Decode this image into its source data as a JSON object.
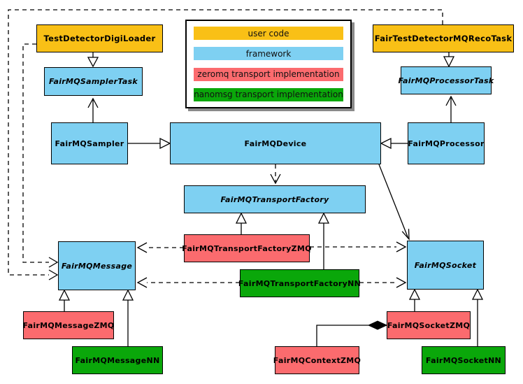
{
  "colors": {
    "gold": "#F9C016",
    "blue": "#7ED0F2",
    "red": "#FB6B6E",
    "green": "#0AA70A",
    "border": "#000000",
    "shadow": "#8A8A8A"
  },
  "legend": {
    "items": [
      {
        "label": "user code",
        "color": "#F9C016"
      },
      {
        "label": "framework",
        "color": "#7ED0F2"
      },
      {
        "label": "zeromq transport implementation",
        "color": "#FB6B6E"
      },
      {
        "label": "nanomsg transport implementation",
        "color": "#0AA70A"
      }
    ]
  },
  "nodes": {
    "digi_loader": {
      "label": "TestDetectorDigiLoader",
      "category": "user code"
    },
    "reco_task": {
      "label": "FairTestDetectorMQRecoTask",
      "category": "user code"
    },
    "sampler_task": {
      "label": "FairMQSamplerTask",
      "category": "framework",
      "abstract": true
    },
    "processor_task": {
      "label": "FairMQProcessorTask",
      "category": "framework",
      "abstract": true
    },
    "sampler": {
      "label": "FairMQSampler",
      "category": "framework"
    },
    "device": {
      "label": "FairMQDevice",
      "category": "framework"
    },
    "processor": {
      "label": "FairMQProcessor",
      "category": "framework"
    },
    "transport_factory": {
      "label": "FairMQTransportFactory",
      "category": "framework",
      "abstract": true
    },
    "transport_factory_zmq": {
      "label": "FairMQTransportFactoryZMQ",
      "category": "zeromq transport implementation"
    },
    "transport_factory_nn": {
      "label": "FairMQTransportFactoryNN",
      "category": "nanomsg transport implementation"
    },
    "message": {
      "label": "FairMQMessage",
      "category": "framework",
      "abstract": true
    },
    "socket": {
      "label": "FairMQSocket",
      "category": "framework",
      "abstract": true
    },
    "message_zmq": {
      "label": "FairMQMessageZMQ",
      "category": "zeromq transport implementation"
    },
    "message_nn": {
      "label": "FairMQMessageNN",
      "category": "nanomsg transport implementation"
    },
    "socket_zmq": {
      "label": "FairMQSocketZMQ",
      "category": "zeromq transport implementation"
    },
    "socket_nn": {
      "label": "FairMQSocketNN",
      "category": "nanomsg transport implementation"
    },
    "context_zmq": {
      "label": "FairMQContextZMQ",
      "category": "zeromq transport implementation"
    }
  }
}
